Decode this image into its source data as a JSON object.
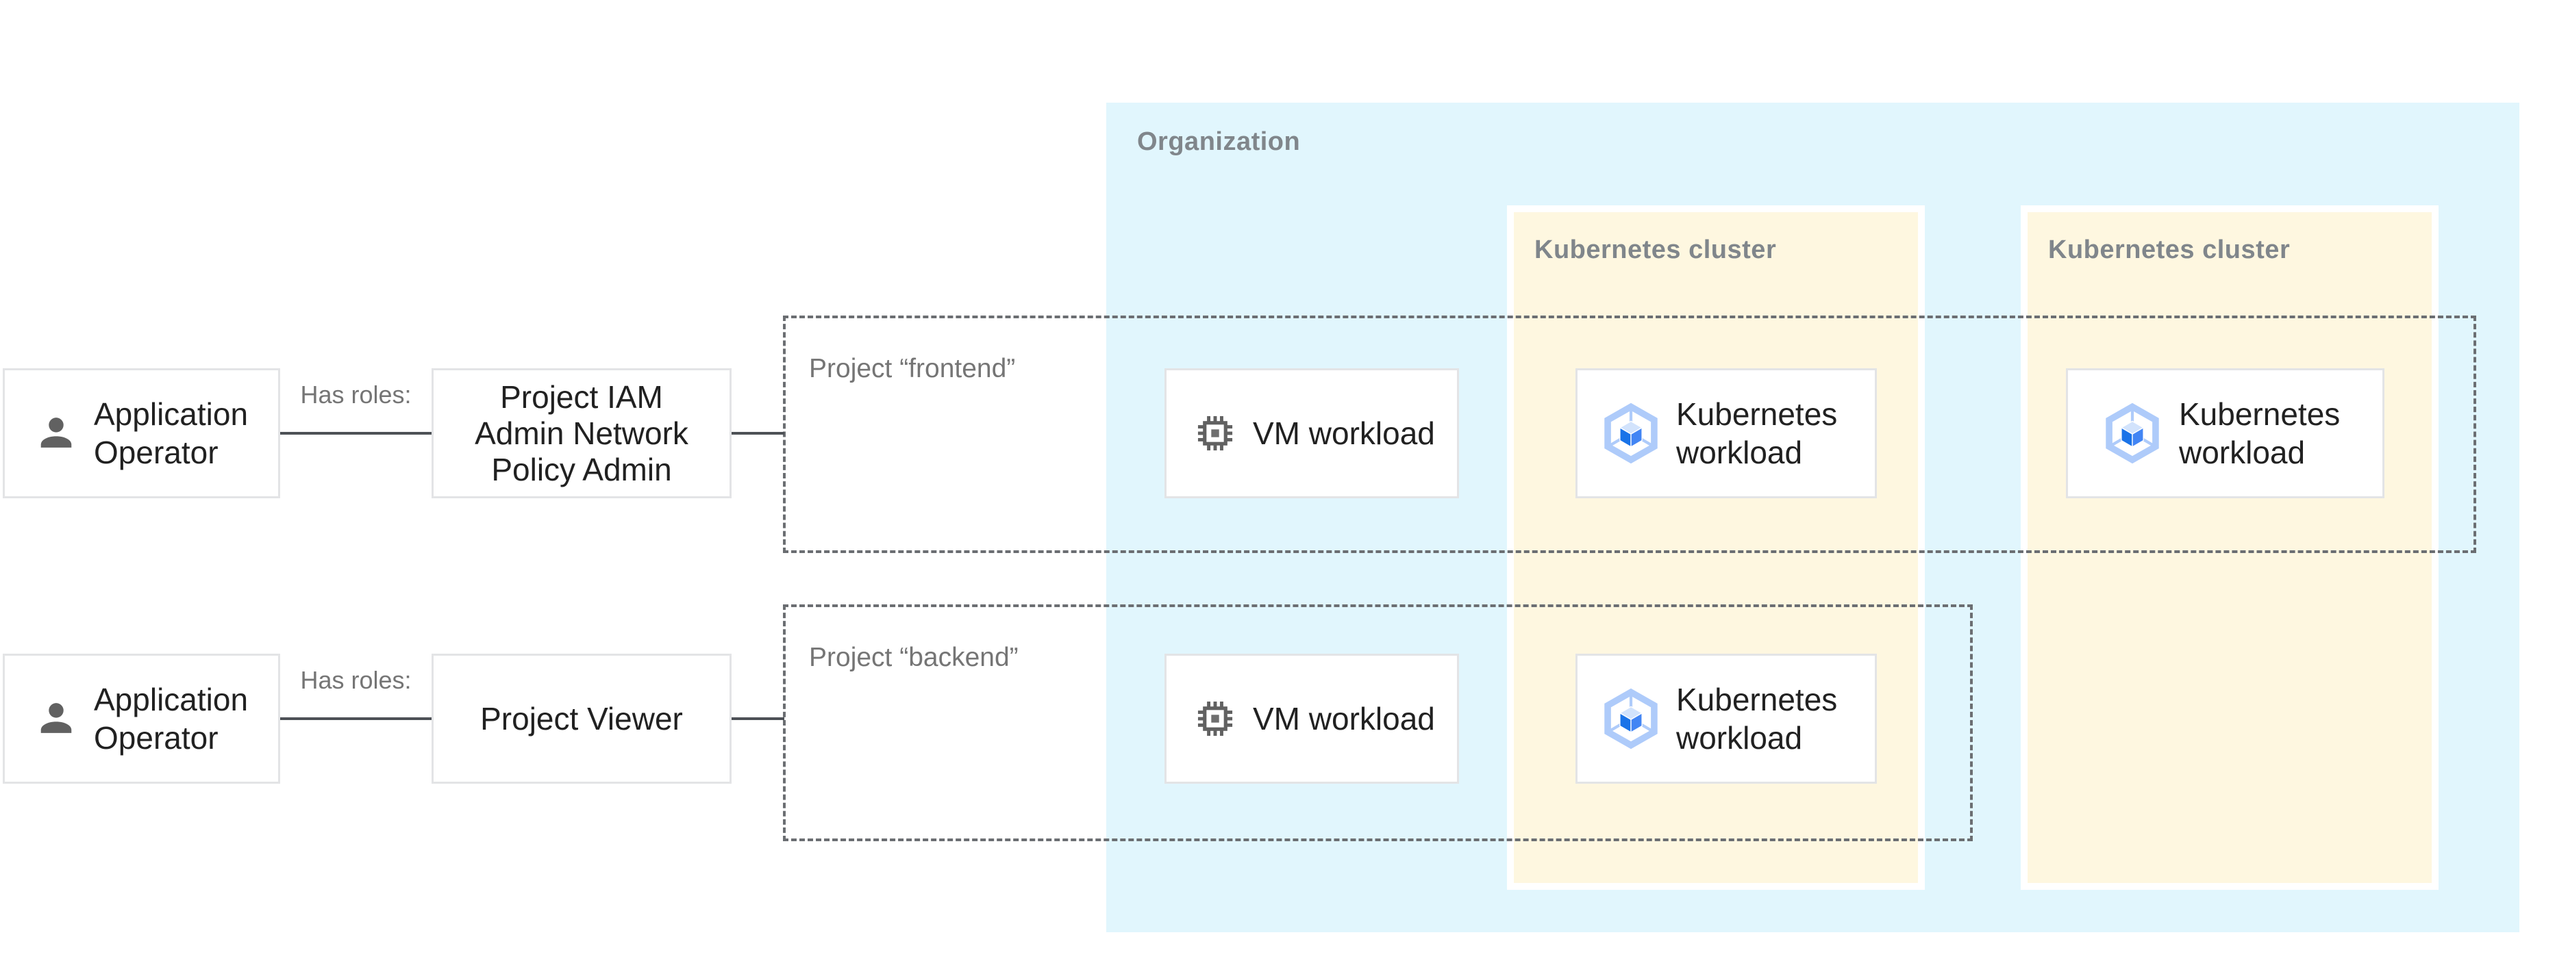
{
  "colors": {
    "organization_bg": "#E1F6FD",
    "cluster_bg": "#FEF7E0",
    "node_border": "#E3E4E6",
    "dashed_border": "#6B6E72",
    "connector": "#4D5156",
    "gray_label": "#757575",
    "container_label": "#80868B",
    "text_dark": "#212121",
    "icon_gray": "#616161",
    "gke_ring": "#AECBFA",
    "gke_top_face": "#D2E3FC",
    "gke_left_face": "#1A73E8",
    "gke_right_face": "#4285F4"
  },
  "rows": [
    {
      "actor_label": "Application Operator",
      "relation_label": "Has roles:",
      "role_lines": [
        "Project IAM",
        "Admin Network",
        "Policy Admin"
      ]
    },
    {
      "actor_label": "Application Operator",
      "relation_label": "Has roles:",
      "role_lines": [
        "Project Viewer"
      ]
    }
  ],
  "organization": {
    "label": "Organization",
    "clusters": [
      {
        "label": "Kubernetes cluster"
      },
      {
        "label": "Kubernetes cluster"
      }
    ]
  },
  "projects": [
    {
      "label": "Project “frontend”"
    },
    {
      "label": "Project “backend”"
    }
  ],
  "workloads": {
    "vm_label": "VM workload",
    "k8s_label": "Kubernetes workload"
  },
  "icons": {
    "person": "person-icon",
    "vm": "chip-icon",
    "k8s": "gke-hexagon-icon"
  }
}
